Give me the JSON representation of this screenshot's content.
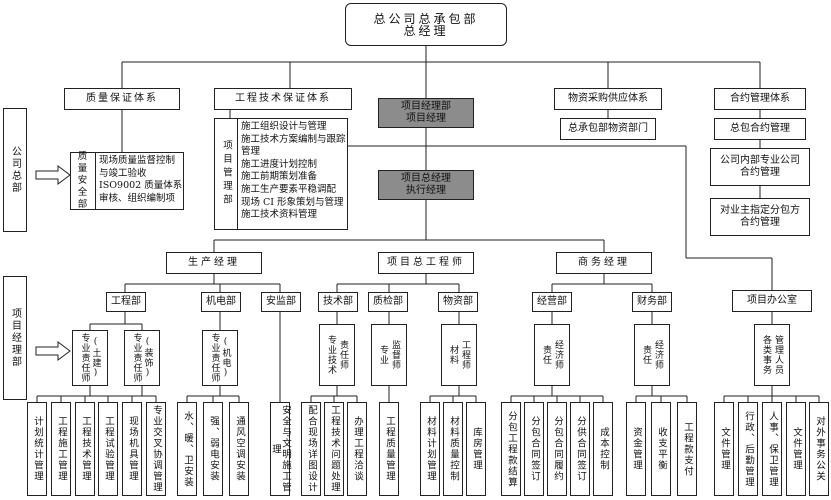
{
  "top": {
    "line1": "总公司总承包部",
    "line2": "总经理"
  },
  "systems": {
    "quality": "质量保证体系",
    "tech": "工程技术保证体系",
    "procure": "物资采购供应体系",
    "contract": "合约管理体系"
  },
  "left_labels": {
    "company": "公司总部",
    "project": "项目经理部"
  },
  "quality_block": {
    "side": "质量安全部",
    "items": [
      "现场质量监督控制",
      "与竣工验收",
      "ISO9002 质量体系",
      "审核、组织编制项"
    ]
  },
  "tech_block": {
    "side": "项目管理部",
    "items": [
      "施工组织设计与管理",
      "施工技术方案编制与跟踪",
      "管理",
      "施工进度计划控制",
      "施工前期策划准备",
      "施工生产要素平稳调配",
      "现场 CI 形象策划与管理",
      "施工技术资料管理"
    ]
  },
  "pm": {
    "line1": "项目经理部",
    "line2": "项目经理"
  },
  "chief": {
    "line1": "项目总经理",
    "line2": "执行经理"
  },
  "procure_dept": "总承包部物资部门",
  "contract_items": [
    "总包合约管理",
    "公司内部专业公司合约管理",
    "对业主指定分包方合约管理"
  ],
  "level2": {
    "prod": "生产经理",
    "eng": "项目总工程师",
    "biz": "商务经理",
    "office": "项目办公室"
  },
  "depts": {
    "gcb": "工程部",
    "jdb": "机电部",
    "ajb": "安监部",
    "jsb": "技术部",
    "zjb": "质检部",
    "wzb": "物资部",
    "jyb": "经营部",
    "cwb": "财务部"
  },
  "roles": {
    "tujian": "(土建)",
    "tujian_r": "专业责任师",
    "zhuangshi": "(装饰)",
    "zhuangshi_r": "专业责任师",
    "jidian": "(机电)",
    "jidian_r": "专业责任师",
    "jishu_a": "专业技术",
    "jishu_b": "责任师",
    "zhijian_a": "专业",
    "zhijian_b": "监督师",
    "wuzi_a": "材料",
    "wuzi_b": "工程师",
    "jingying_a": "责任",
    "jingying_b": "经济师",
    "caiwu_a": "责任",
    "caiwu_b": "经济师",
    "office_a": "管理人员",
    "office_b": "各类事务"
  },
  "leaves": [
    "计划统计管理",
    "工程施工管理",
    "工程技术管理",
    "工程试验管理",
    "现场机具管理",
    "专业交叉协调管理",
    "水、暖、卫安装",
    "强、弱电安装",
    "通风空调安装",
    "安全与文明施工管理",
    "配合现场详图设计",
    "工程技术问题处理",
    "办理工程洽谈",
    "工程质量管理",
    "材料计划管理",
    "材料质量控制",
    "库房管理",
    "分包工程款结算",
    "分包合同签订",
    "分包合同履约",
    "分供合同签订",
    "成本控制",
    "资金管理",
    "收支平衡",
    "工程款支付",
    "文件管理",
    "行政、后勤管理",
    "人事、保卫管理",
    "文件管理",
    "对外事务公关"
  ]
}
